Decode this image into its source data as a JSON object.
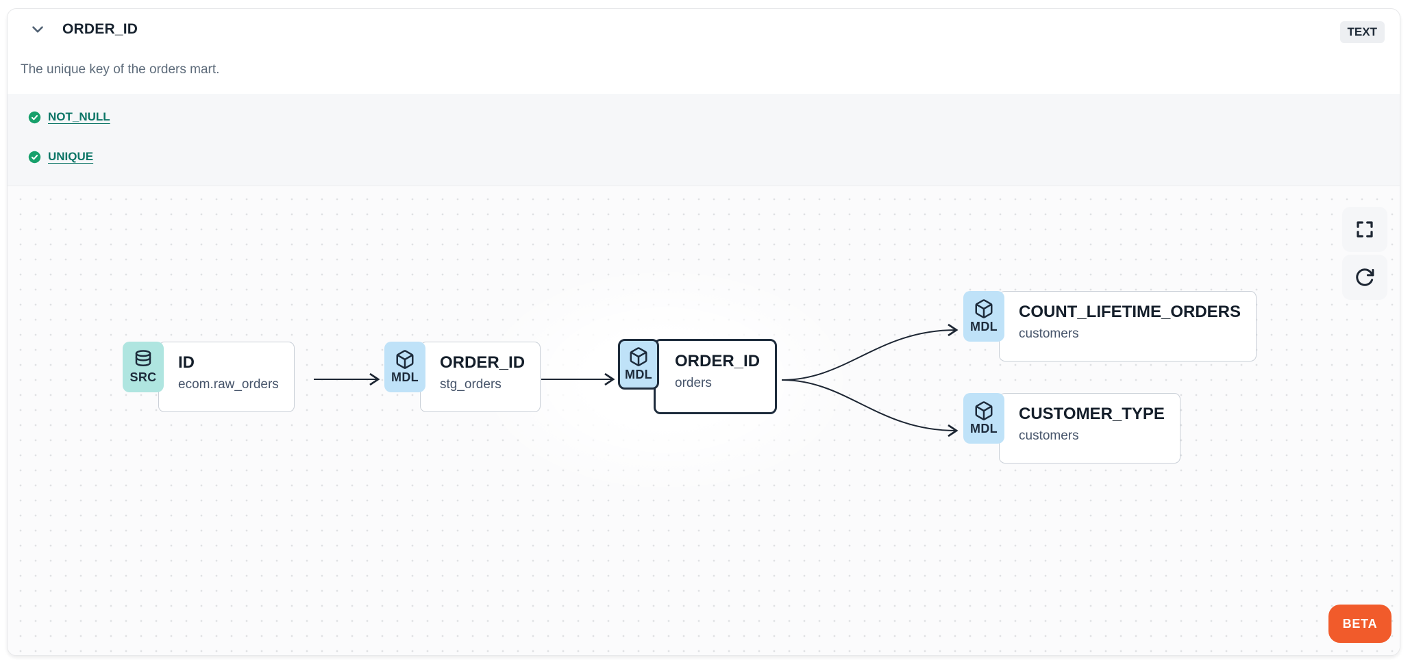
{
  "header": {
    "title": "ORDER_ID",
    "type_badge": "TEXT",
    "description": "The unique key of the orders mart."
  },
  "tests": {
    "items": [
      {
        "label": "NOT_NULL",
        "status": "pass"
      },
      {
        "label": "UNIQUE",
        "status": "pass"
      }
    ]
  },
  "canvas": {
    "nodes": [
      {
        "badge": "SRC",
        "icon": "database-icon",
        "title": "ID",
        "subtitle": "ecom.raw_orders",
        "selected": false
      },
      {
        "badge": "MDL",
        "icon": "cube-icon",
        "title": "ORDER_ID",
        "subtitle": "stg_orders",
        "selected": false
      },
      {
        "badge": "MDL",
        "icon": "cube-icon",
        "title": "ORDER_ID",
        "subtitle": "orders",
        "selected": true
      },
      {
        "badge": "MDL",
        "icon": "cube-icon",
        "title": "COUNT_LIFETIME_ORDERS",
        "subtitle": "customers",
        "selected": false
      },
      {
        "badge": "MDL",
        "icon": "cube-icon",
        "title": "CUSTOMER_TYPE",
        "subtitle": "customers",
        "selected": false
      }
    ],
    "controls": [
      {
        "icon": "fullscreen-icon"
      },
      {
        "icon": "refresh-icon"
      }
    ],
    "beta_label": "BETA"
  },
  "colors": {
    "src_badge": "#afe5e0",
    "mdl_badge": "#bfe2f8",
    "selected_border": "#1e2c3c",
    "test_pass_green": "#17a06b",
    "test_link": "#0c7566",
    "beta_orange": "#f15b2b",
    "type_badge_bg": "#edeff2"
  }
}
